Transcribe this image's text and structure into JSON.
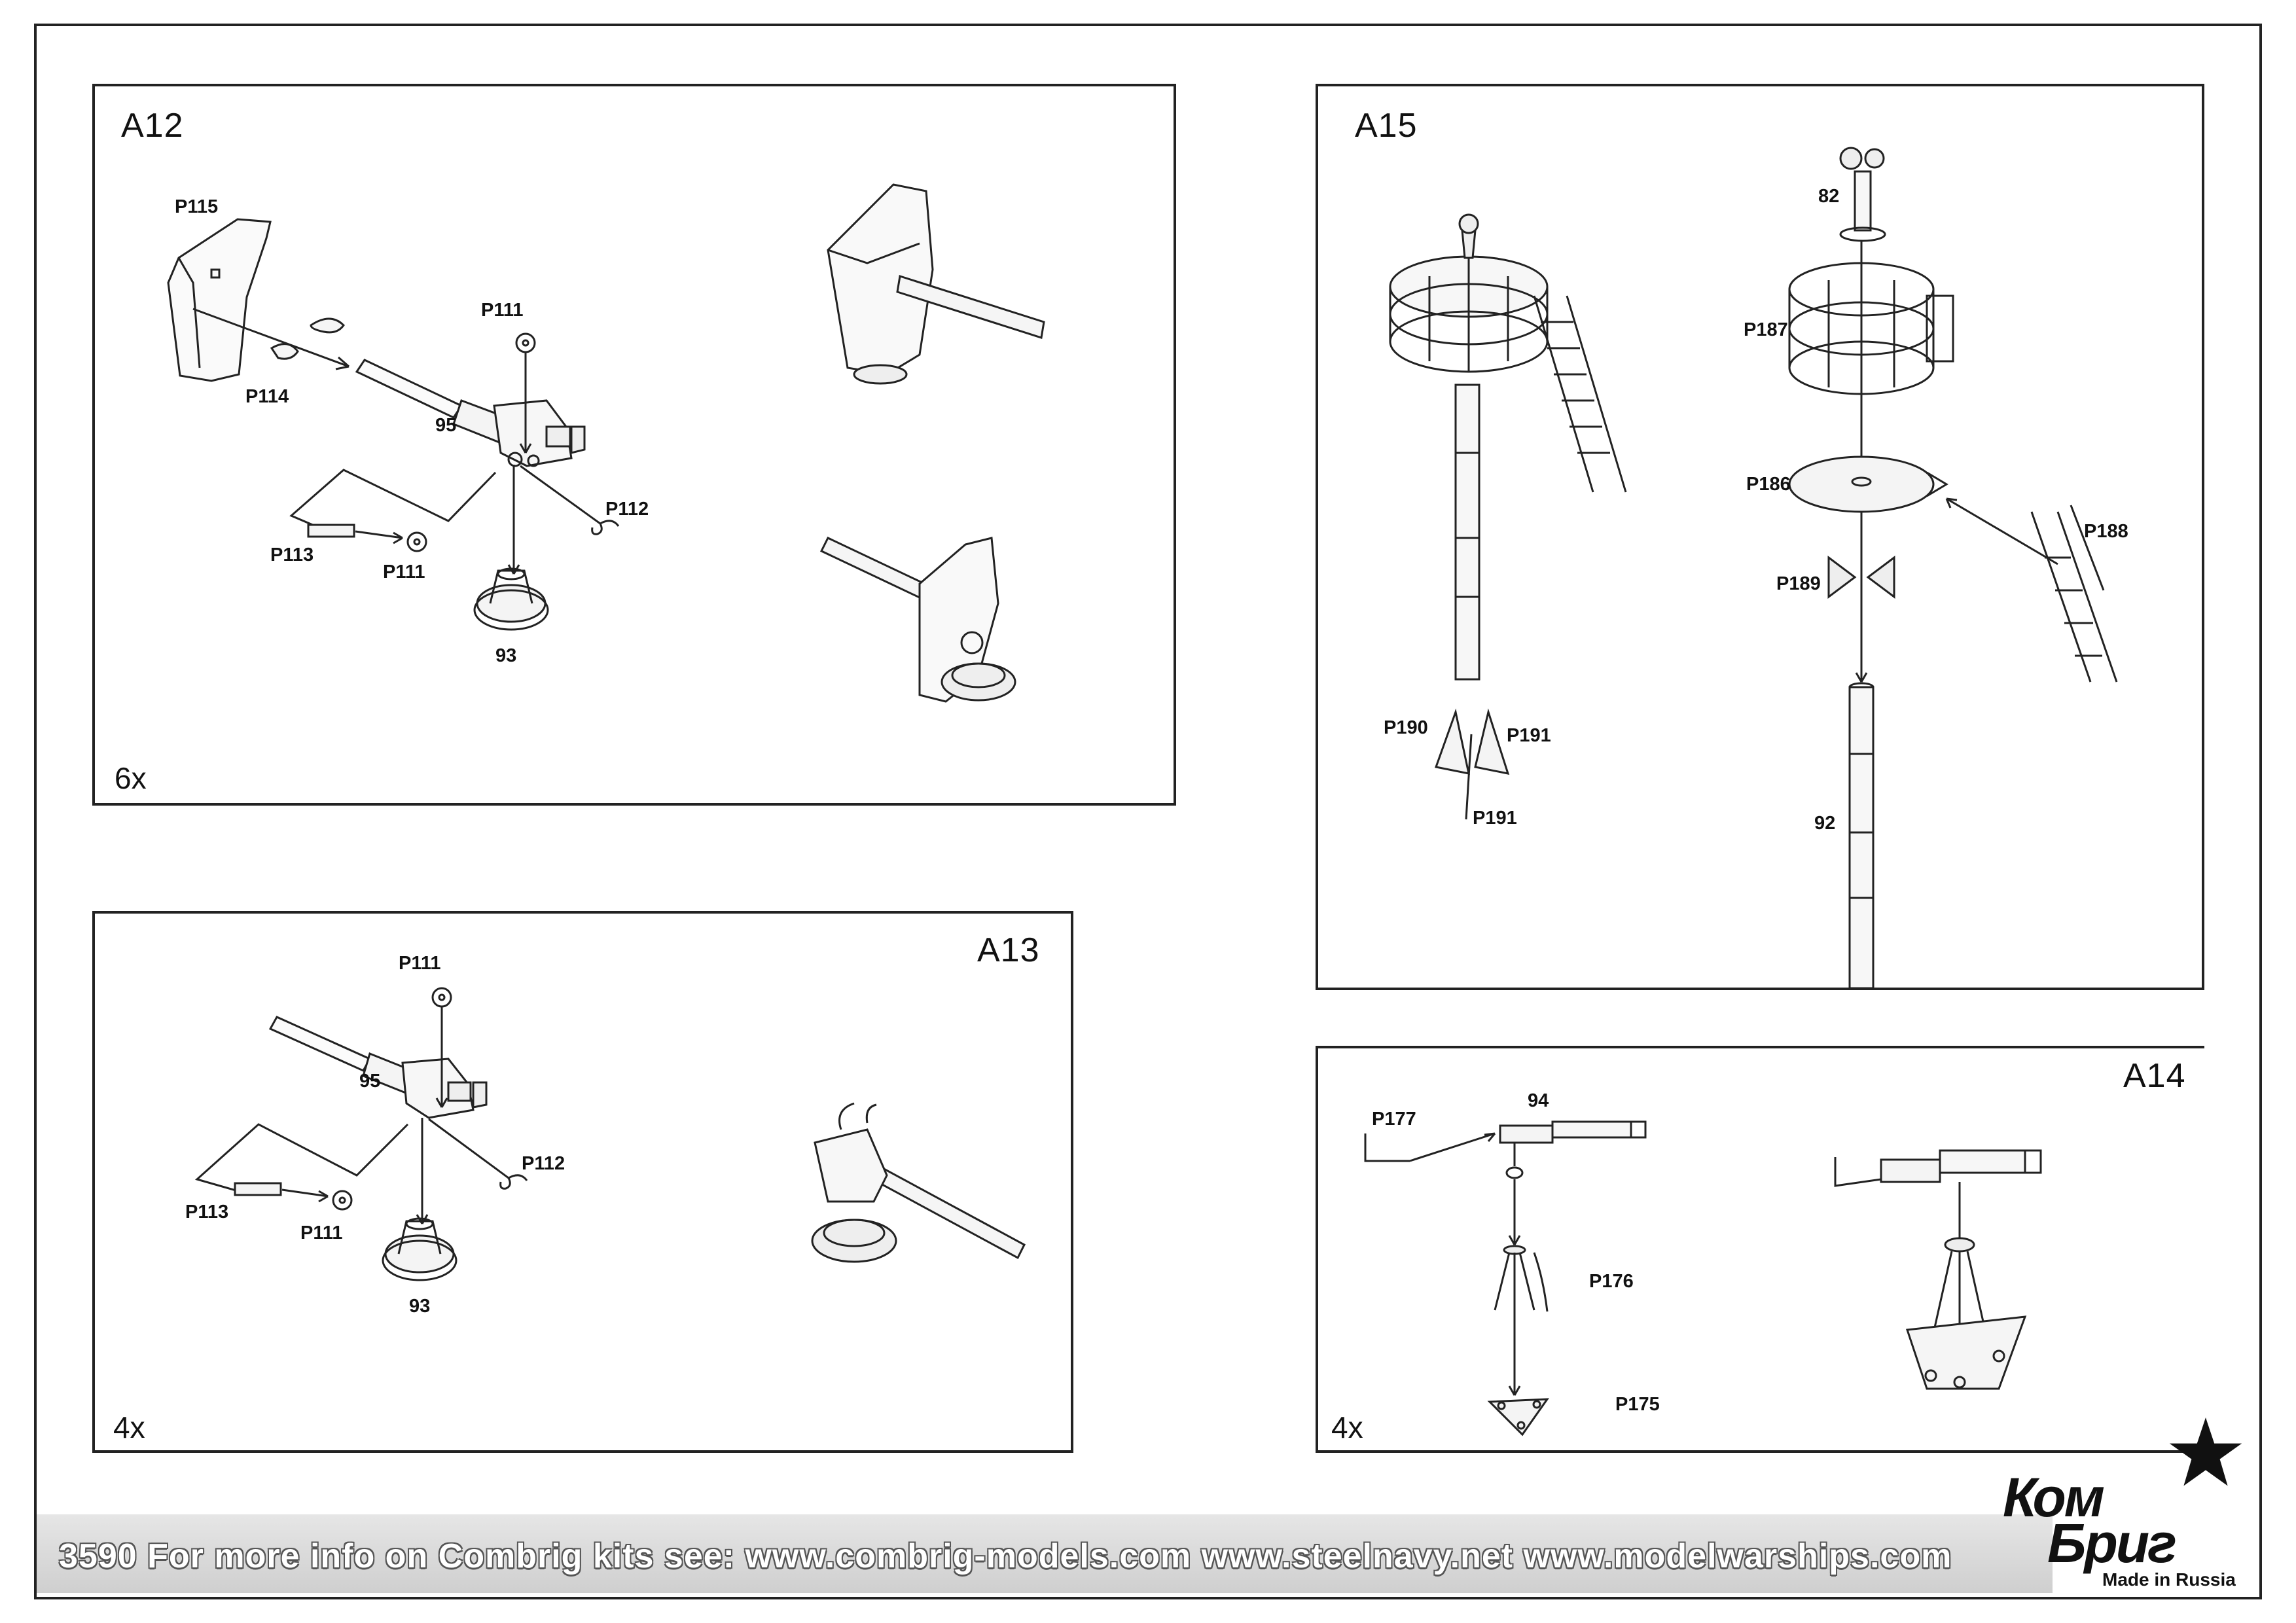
{
  "panels": {
    "a12": {
      "title": "A12",
      "count": "6x"
    },
    "a13": {
      "title": "A13",
      "count": "4x"
    },
    "a14": {
      "title": "A14",
      "count": "4x"
    },
    "a15": {
      "title": "A15"
    }
  },
  "labels": {
    "a12": {
      "p115": "P115",
      "p114": "P114",
      "p111_top": "P111",
      "n95": "95",
      "p112": "P112",
      "p113": "P113",
      "p111_bottom": "P111",
      "n93": "93"
    },
    "a13": {
      "p111_top": "P111",
      "n95": "95",
      "p112": "P112",
      "p113": "P113",
      "p111_bottom": "P111",
      "n93": "93"
    },
    "a14": {
      "p177": "P177",
      "n94": "94",
      "p176": "P176",
      "p175": "P175"
    },
    "a15": {
      "n82": "82",
      "p187": "P187",
      "p186": "P186",
      "p188": "P188",
      "p189": "P189",
      "p190": "P190",
      "p191_a": "P191",
      "p191_b": "P191",
      "n92": "92"
    }
  },
  "footer": {
    "text": "3590  For more info on Combrig kits see: www.combrig-models.com www.steelnavy.net  www.modelwarships.com"
  },
  "logo": {
    "line1": "Ком",
    "line2": "Бриг",
    "tagline": "Made in Russia",
    "star_color": "#111111"
  }
}
